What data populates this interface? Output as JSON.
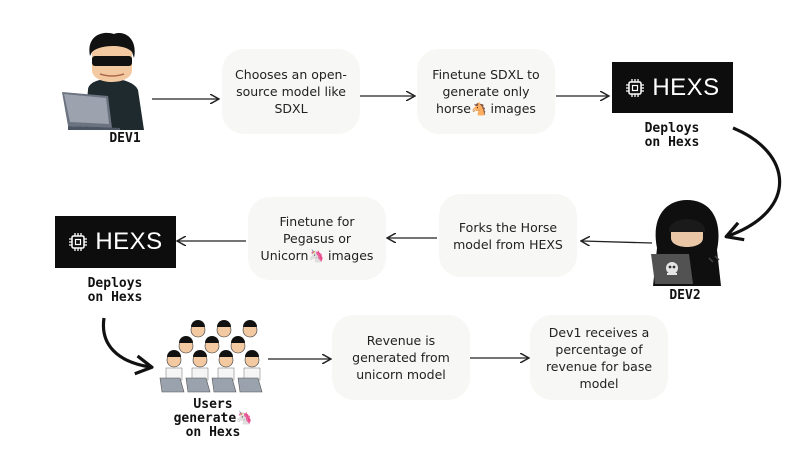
{
  "steps": {
    "choose_model": "Chooses an open-source model like SDXL",
    "finetune_sdxl": "Finetune SDXL to generate only horse🐴 images",
    "forks_model": "Forks the Horse model from HEXS",
    "finetune_pegasus": "Finetune for Pegasus or Unicorn🦄 images",
    "revenue_generated": "Revenue is generated from unicorn model",
    "dev1_receives": "Dev1 receives a percentage of revenue for base model"
  },
  "platform": {
    "logo_text": "HEXS"
  },
  "labels": {
    "dev1": "DEV1",
    "dev2": "DEV2",
    "deploys_top": "Deploys\non Hexs",
    "deploys_left": "Deploys\non Hexs",
    "users": "Users\ngenerate🦄\non Hexs"
  },
  "icons": {
    "dev1": "hacker-laptop-icon",
    "dev2": "hooded-hacker-laptop-icon",
    "users": "crowd-users-laptops-icon",
    "chip": "chip-icon"
  },
  "colors": {
    "box_bg": "#f7f7f5",
    "logo_bg": "#0d0d0d",
    "arrow": "#222222"
  }
}
